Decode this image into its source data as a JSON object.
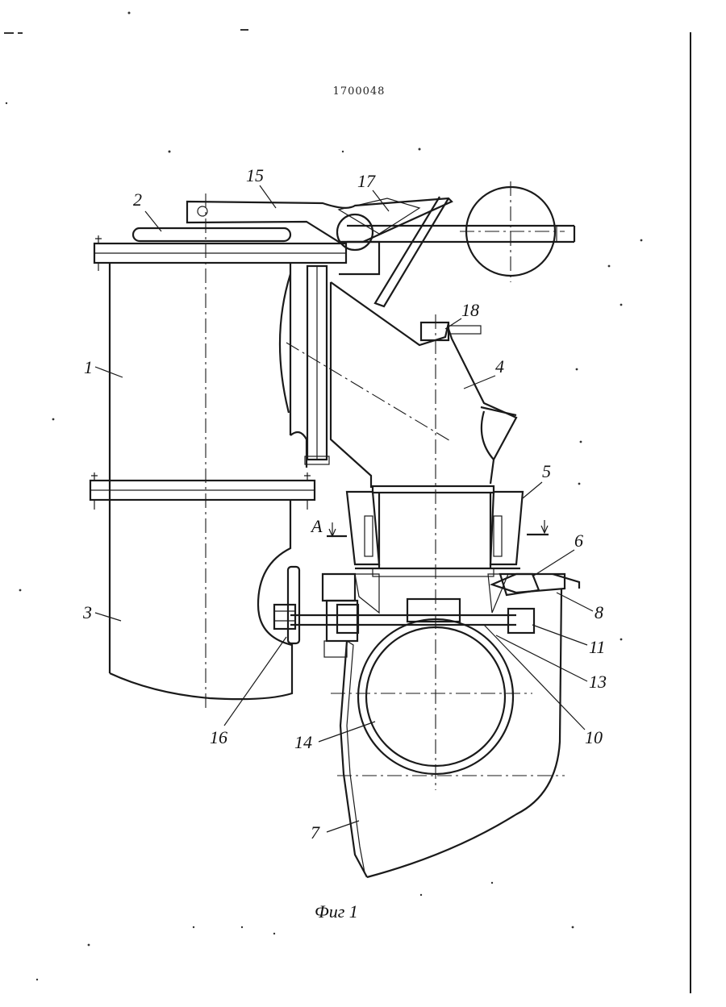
{
  "document": {
    "patent_number": "1700048",
    "figure_caption": "Фиг 1",
    "section_mark": "A"
  },
  "labels": {
    "l1": "1",
    "l2": "2",
    "l3": "3",
    "l4": "4",
    "l5": "5",
    "l6": "6",
    "l7": "7",
    "l8": "8",
    "l10": "10",
    "l11": "11",
    "l13": "13",
    "l14": "14",
    "l15": "15",
    "l16": "16",
    "l17": "17",
    "l18": "18"
  },
  "colors": {
    "ink": "#1a1a1a",
    "paper": "#ffffff"
  }
}
